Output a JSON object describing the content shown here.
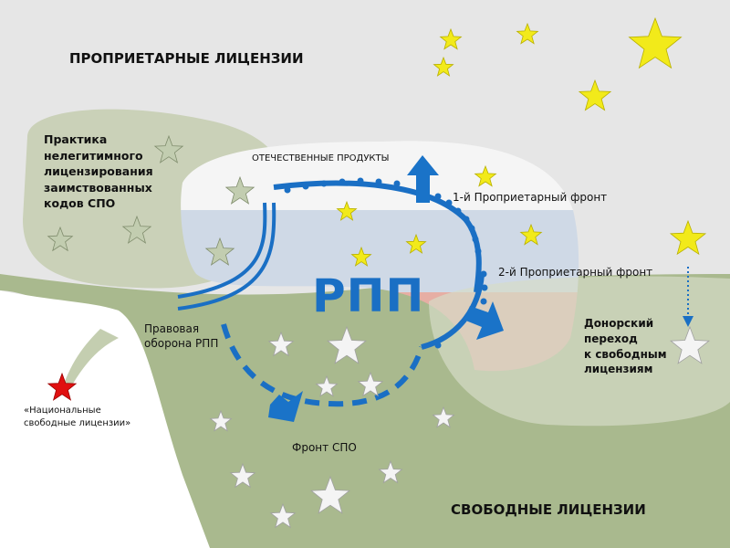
{
  "labels": {
    "proprietary": "ПРОПРИЕТАРНЫЕ ЛИЦЕНЗИИ",
    "free": "СВОБОДНЫЕ ЛИЦЕНЗИИ",
    "illegit": "Практика\nнелегитимного\nлицензирования\nзаимствованных\nкодов СПО",
    "domestic": "ОТЕЧЕСТВЕННЫЕ  ПРОДУКТЫ",
    "front1": "1-й  Проприетарный фронт",
    "front2": "2-й Проприетарный фронт",
    "donor": "Донорский\nпереход\nк свободным\nлицензиям",
    "legal": "Правовая\nоборона РПП",
    "rpp": "РПП",
    "national": "«Национальные\nсвободные лицензии»",
    "foss_front": "Фронт СПО"
  },
  "colors": {
    "accent_blue": "#1a6fc4",
    "star_yellow": "#f2ea1a",
    "star_red": "#e01010",
    "free_green": "#a9b98e",
    "prop_gray": "#e6e6e6"
  }
}
